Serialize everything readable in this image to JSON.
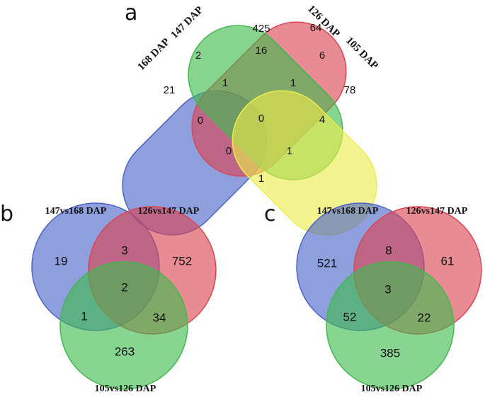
{
  "colors": {
    "blue": "#4a63c8",
    "red": "#dc4450",
    "green": "#3fb94e",
    "yellow": "#ecec4c"
  },
  "panel_a": {
    "letter": "a",
    "sets": {
      "set168": "168 DAP",
      "set147": "147 DAP",
      "set126": "126 DAP",
      "set105": "105 DAP"
    },
    "regions": {
      "only147": "425",
      "only126": "64",
      "only168": "21",
      "only105": "78",
      "r147_168": "2",
      "r147_126": "16",
      "r126_105": "6",
      "r147_168_126": "1",
      "r147_126_105": "1",
      "r168_126": "0",
      "r147_105": "4",
      "all": "0",
      "r168_126_105": "0",
      "r147_168_105": "1",
      "r168_105": "1"
    }
  },
  "panel_b": {
    "letter": "b",
    "sets": {
      "left": "147vs168 DAP",
      "right": "126vs147 DAP",
      "bottom": "105vs126 DAP"
    },
    "regions": {
      "only_left": "19",
      "left_right": "3",
      "only_right": "752",
      "center": "2",
      "left_bottom": "1",
      "right_bottom": "34",
      "only_bottom": "263"
    }
  },
  "panel_c": {
    "letter": "c",
    "sets": {
      "left": "147vs168 DAP",
      "right": "126vs147 DAP",
      "bottom": "105vs126 DAP"
    },
    "regions": {
      "only_left": "521",
      "left_right": "8",
      "only_right": "61",
      "center": "3",
      "left_bottom": "52",
      "right_bottom": "22",
      "only_bottom": "385"
    }
  }
}
